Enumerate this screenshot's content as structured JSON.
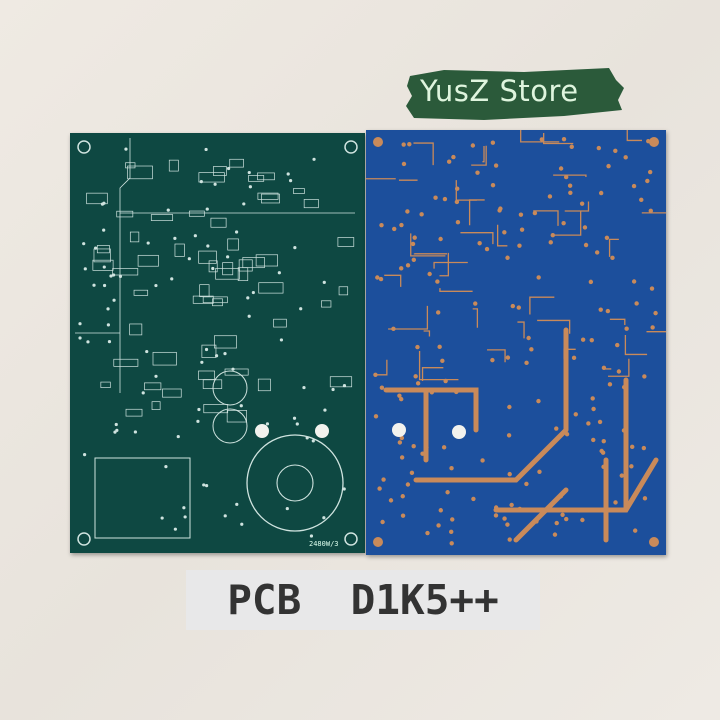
{
  "store_logo": {
    "text": "YusZ Store",
    "bg_color": "#2b5a3a",
    "text_color": "#dff5de"
  },
  "product_label": {
    "text": "PCB  D1K5++"
  },
  "green_board": {
    "silkscreen_marking": "2480W/3",
    "color": "#0e4842"
  },
  "blue_board": {
    "color": "#1c4f9c",
    "trace_color": "#c98a5a"
  }
}
